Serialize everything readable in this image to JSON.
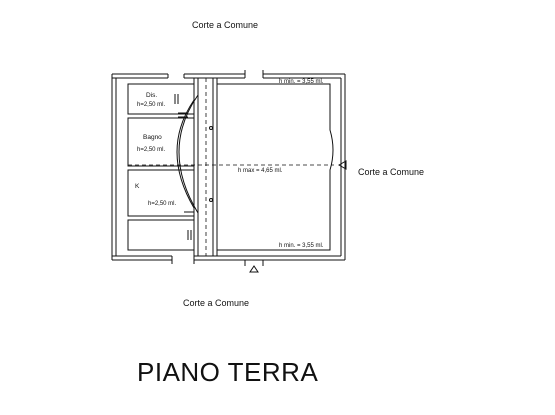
{
  "labels": {
    "top": "Corte a Comune",
    "right": "Corte a Comune",
    "bottom": "Corte a Comune",
    "title": "PIANO TERRA"
  },
  "rooms": {
    "dis": {
      "name": "Dis.",
      "height": "h=2,50 ml."
    },
    "bagno": {
      "name": "Bagno",
      "height": "h=2,50 ml."
    },
    "k": {
      "name": "K",
      "height": "h=2,50 ml."
    }
  },
  "dimensions": {
    "h_min_top": "h min. = 3,55 ml.",
    "h_max": "h max = 4,65 ml.",
    "h_min_bottom": "h min. = 3,55 ml."
  }
}
